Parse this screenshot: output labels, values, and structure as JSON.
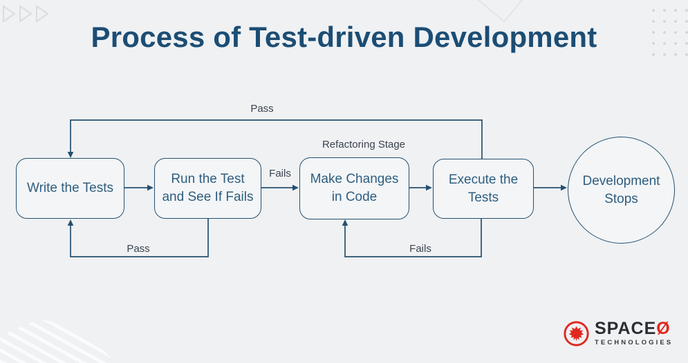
{
  "page": {
    "colors": {
      "background": "#eff1f3",
      "diagram_line": "#24506f",
      "node_text": "#2e5e7e",
      "title_text": "#1c4d74",
      "label_text": "#3b434d",
      "brand_red": "#e02820",
      "brand_dark": "#2a2d32",
      "decor_gray": "#d5d7d9"
    }
  },
  "title": "Process of Test-driven Development",
  "flowchart": {
    "nodes": [
      {
        "id": "write-tests",
        "shape": "rounded-rect",
        "lines": [
          "Write the Tests"
        ]
      },
      {
        "id": "run-test",
        "shape": "rounded-rect",
        "lines": [
          "Run the Test",
          "and See If Fails"
        ]
      },
      {
        "id": "make-changes",
        "shape": "rounded-rect",
        "lines": [
          "Make Changes",
          "in Code"
        ]
      },
      {
        "id": "execute-tests",
        "shape": "rounded-rect",
        "lines": [
          "Execute the",
          "Tests"
        ]
      },
      {
        "id": "development-stops",
        "shape": "circle",
        "lines": [
          "Development",
          "Stops"
        ]
      }
    ],
    "labels": {
      "pass_top": "Pass",
      "refactoring_stage": "Refactoring Stage",
      "fails_mid": "Fails",
      "pass_bottom": "Pass",
      "fails_bottom": "Fails"
    },
    "edges": [
      {
        "from": "write-tests",
        "to": "run-test",
        "label": ""
      },
      {
        "from": "run-test",
        "to": "make-changes",
        "label": "Fails"
      },
      {
        "from": "make-changes",
        "to": "execute-tests",
        "label": ""
      },
      {
        "from": "execute-tests",
        "to": "development-stops",
        "label": ""
      },
      {
        "from": "execute-tests",
        "to": "write-tests",
        "label": "Pass",
        "route": "top"
      },
      {
        "from": "run-test",
        "to": "write-tests",
        "label": "Pass",
        "route": "bottom"
      },
      {
        "from": "execute-tests",
        "to": "make-changes",
        "label": "Fails",
        "route": "bottom"
      }
    ]
  },
  "logo": {
    "icon": "maple-leaf-icon",
    "brand": "SPACE",
    "brand_o": "Ø",
    "subtitle": "TECHNOLOGIES"
  }
}
